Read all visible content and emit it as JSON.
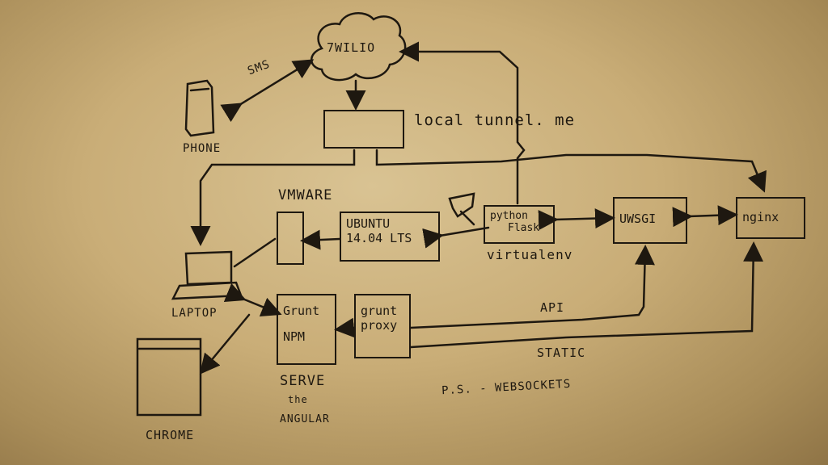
{
  "labels": {
    "twilio": "7WILIO",
    "sms": "SMS",
    "phone": "PHONE",
    "localtunnel": "local tunnel. me",
    "vmware": "VMWARE",
    "ubuntu_line1": "UBUNTU",
    "ubuntu_line2": "14.04 LTS",
    "python_line1": "python",
    "python_line2": "Flask",
    "virtualenv": "virtualenv",
    "uwsgi": "UWSGI",
    "nginx": "nginx",
    "laptop": "LAPTOP",
    "grunt_npm_line1": "Grunt",
    "grunt_npm_line2": "NPM",
    "grunt_proxy_line1": "grunt",
    "grunt_proxy_line2": "proxy",
    "api": "API",
    "static": "STATIC",
    "serve_line1": "SERVE",
    "serve_line2": "the",
    "serve_line3": "ANGULAR",
    "ps": "P.S. - WEBSOCKETS",
    "chrome": "CHROME"
  },
  "colors": {
    "ink": "#1e1810",
    "paper": "#c9ad77"
  }
}
